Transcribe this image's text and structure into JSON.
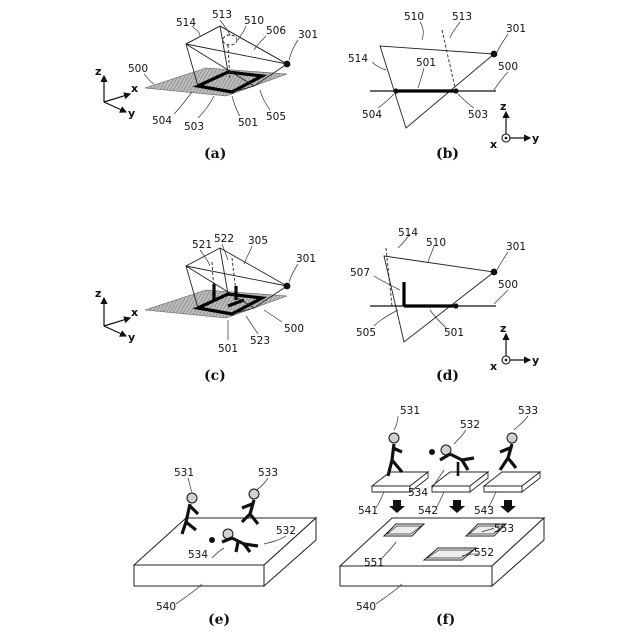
{
  "panels": [
    {
      "id": "a",
      "caption": "(a)",
      "labels": [
        "514",
        "513",
        "510",
        "506",
        "301",
        "500",
        "504",
        "503",
        "501",
        "505"
      ],
      "axes": {
        "z": "z",
        "x": "x",
        "y": "y"
      }
    },
    {
      "id": "b",
      "caption": "(b)",
      "labels": [
        "510",
        "513",
        "301",
        "514",
        "501",
        "500",
        "504",
        "503"
      ],
      "axes": {
        "z": "z",
        "x": "x",
        "y": "y"
      }
    },
    {
      "id": "c",
      "caption": "(c)",
      "labels": [
        "521",
        "522",
        "305",
        "301",
        "500",
        "501",
        "523"
      ],
      "axes": {
        "z": "z",
        "x": "x",
        "y": "y"
      }
    },
    {
      "id": "d",
      "caption": "(d)",
      "labels": [
        "514",
        "510",
        "301",
        "507",
        "500",
        "505",
        "501"
      ],
      "axes": {
        "z": "z",
        "x": "x",
        "y": "y"
      }
    },
    {
      "id": "e",
      "caption": "(e)",
      "labels": [
        "531",
        "533",
        "532",
        "534",
        "540"
      ]
    },
    {
      "id": "f",
      "caption": "(f)",
      "labels": [
        "531",
        "532",
        "533",
        "534",
        "541",
        "542",
        "543",
        "553",
        "551",
        "552",
        "540"
      ]
    }
  ]
}
